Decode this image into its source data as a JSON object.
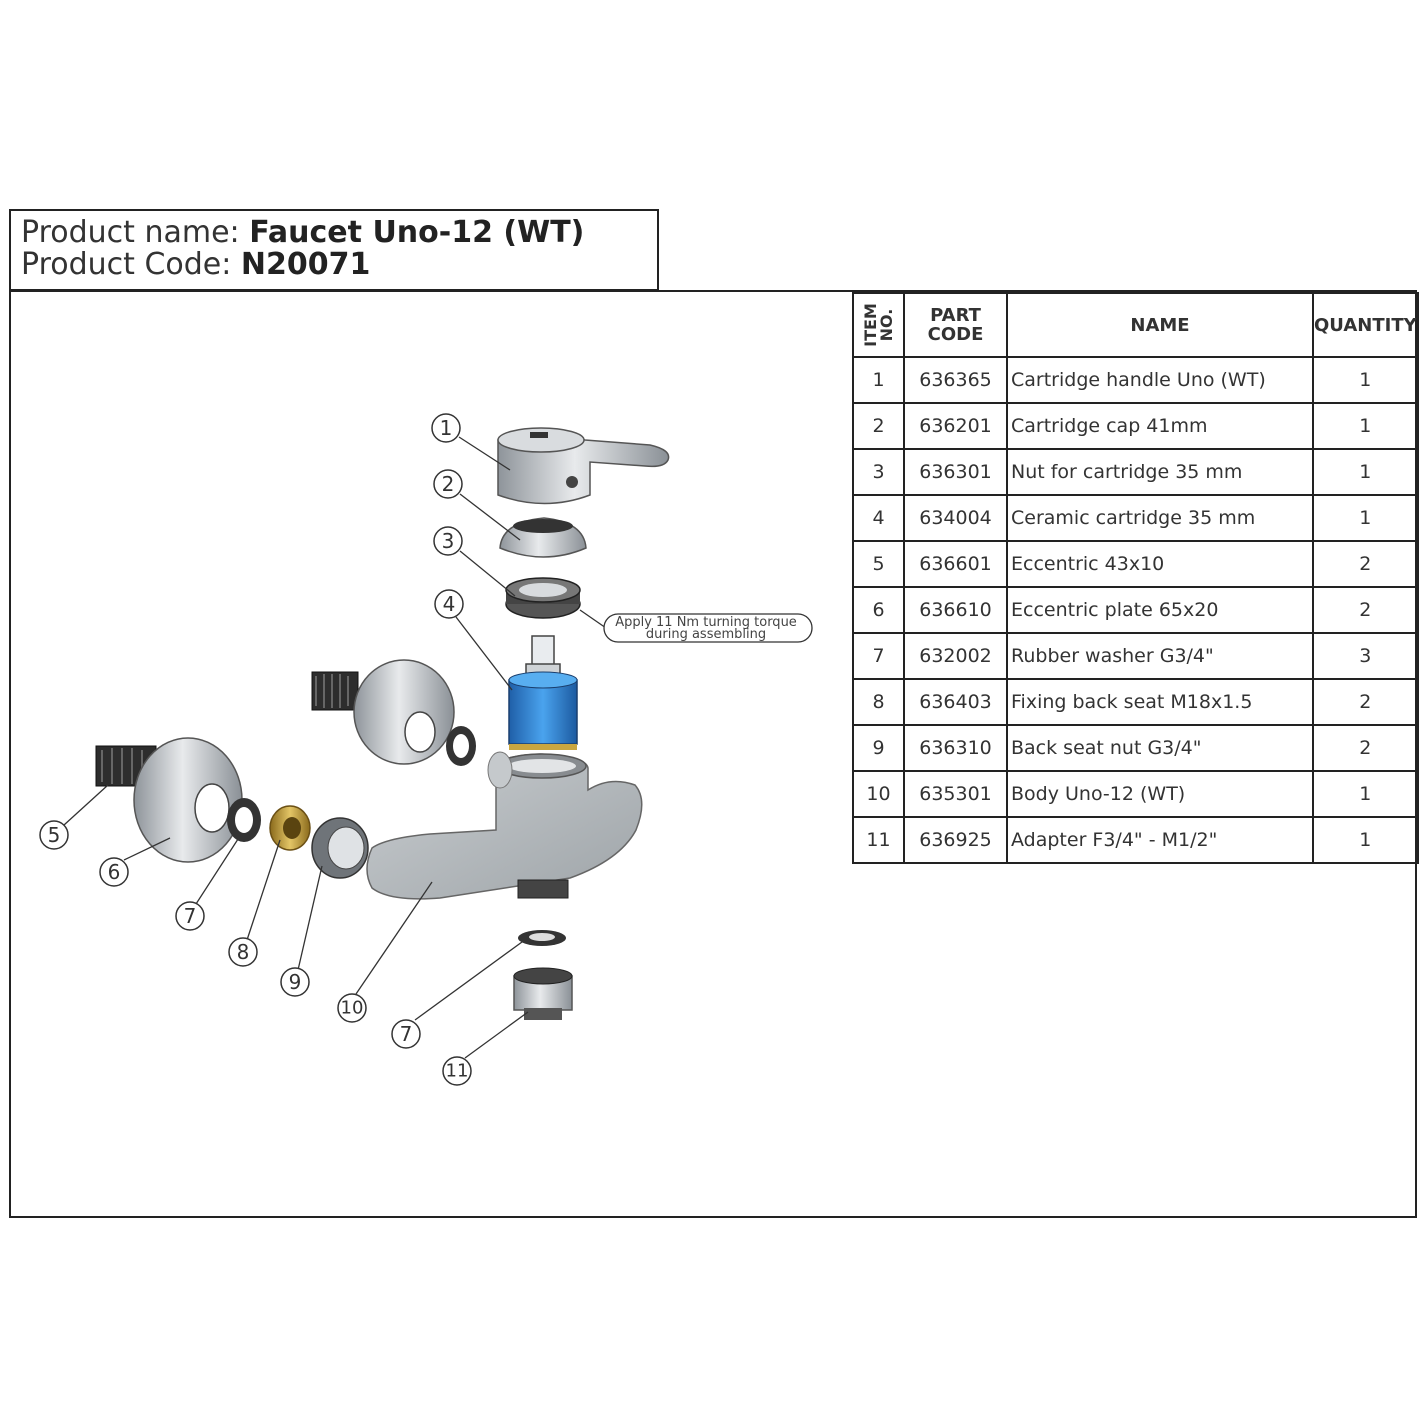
{
  "header": {
    "name_label": "Product name:",
    "name_value": "Faucet Uno-12  (WT)",
    "code_label": "Product Code:",
    "code_value": "N20071"
  },
  "bom": {
    "columns": {
      "item_line1": "ITEM",
      "item_line2": "NO.",
      "part_line1": "PART",
      "part_line2": "CODE",
      "name": "NAME",
      "quantity": "QUANTITY"
    },
    "rows": [
      {
        "item": "1",
        "code": "636365",
        "name": "Cartridge handle Uno (WT)",
        "qty": "1"
      },
      {
        "item": "2",
        "code": "636201",
        "name": "Cartridge cap 41mm",
        "qty": "1"
      },
      {
        "item": "3",
        "code": "636301",
        "name": "Nut for cartridge 35 mm",
        "qty": "1"
      },
      {
        "item": "4",
        "code": "634004",
        "name": "Ceramic cartridge 35 mm",
        "qty": "1"
      },
      {
        "item": "5",
        "code": "636601",
        "name": "Eccentric 43x10",
        "qty": "2"
      },
      {
        "item": "6",
        "code": "636610",
        "name": "Eccentric plate 65x20",
        "qty": "2"
      },
      {
        "item": "7",
        "code": "632002",
        "name": "Rubber washer G3/4\"",
        "qty": "3"
      },
      {
        "item": "8",
        "code": "636403",
        "name": "Fixing back seat M18x1.5",
        "qty": "2"
      },
      {
        "item": "9",
        "code": "636310",
        "name": "Back seat nut G3/4\"",
        "qty": "2"
      },
      {
        "item": "10",
        "code": "635301",
        "name": "Body  Uno-12  (WT)",
        "qty": "1"
      },
      {
        "item": "11",
        "code": "636925",
        "name": "Adapter F3/4\" - M1/2\"",
        "qty": "1"
      }
    ]
  },
  "diagram": {
    "note_line1": "Apply 11 Nm turning torque",
    "note_line2": "during assembling",
    "balloons": [
      "1",
      "2",
      "3",
      "4",
      "5",
      "6",
      "7",
      "8",
      "9",
      "10",
      "7",
      "11"
    ],
    "colors": {
      "chrome": "#bfc3c8",
      "chrome_dark": "#7f858b",
      "body_gray": "#b7bcbf",
      "cartridge_blue": "#2f86d6",
      "brass": "#c9a640",
      "rubber": "#333333"
    }
  }
}
